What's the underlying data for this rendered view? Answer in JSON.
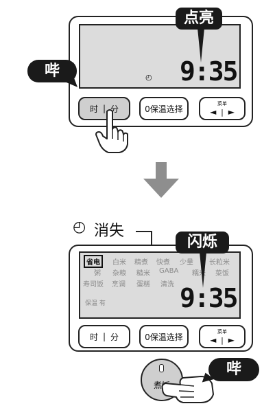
{
  "top": {
    "callout_light": "点亮",
    "callout_beep": "哔",
    "time": "9:35",
    "clock_symbol": "◴",
    "btn_hour": "时",
    "btn_sep": "|",
    "btn_min": "分",
    "btn_keep_warm": "0保温选择",
    "btn_menu_label": "菜单",
    "btn_menu_left": "◄",
    "btn_menu_right": "►"
  },
  "arrow_icon": "down-arrow-icon",
  "bottom": {
    "clock_vanish_symbol": "◴",
    "clock_vanish_label": "消失",
    "callout_flash": "闪烁",
    "callout_beep": "哔",
    "time": "9:35",
    "menu_row1": [
      "省电",
      "白米",
      "精煮",
      "快煮",
      "少量",
      "长粒米"
    ],
    "menu_row2": [
      "粥",
      "杂粮",
      "糙米",
      "GABA",
      "糯米",
      "菜饭"
    ],
    "menu_row3": [
      "寿司饭",
      "烹调",
      "蛋糕",
      "清洗"
    ],
    "keep_warm_status": "保温 有",
    "btn_hour": "时",
    "btn_sep": "|",
    "btn_min": "分",
    "btn_keep_warm": "0保温选择",
    "btn_menu_label": "菜单",
    "btn_menu_left": "◄",
    "btn_menu_right": "►",
    "btn_cook": "煮饭"
  }
}
